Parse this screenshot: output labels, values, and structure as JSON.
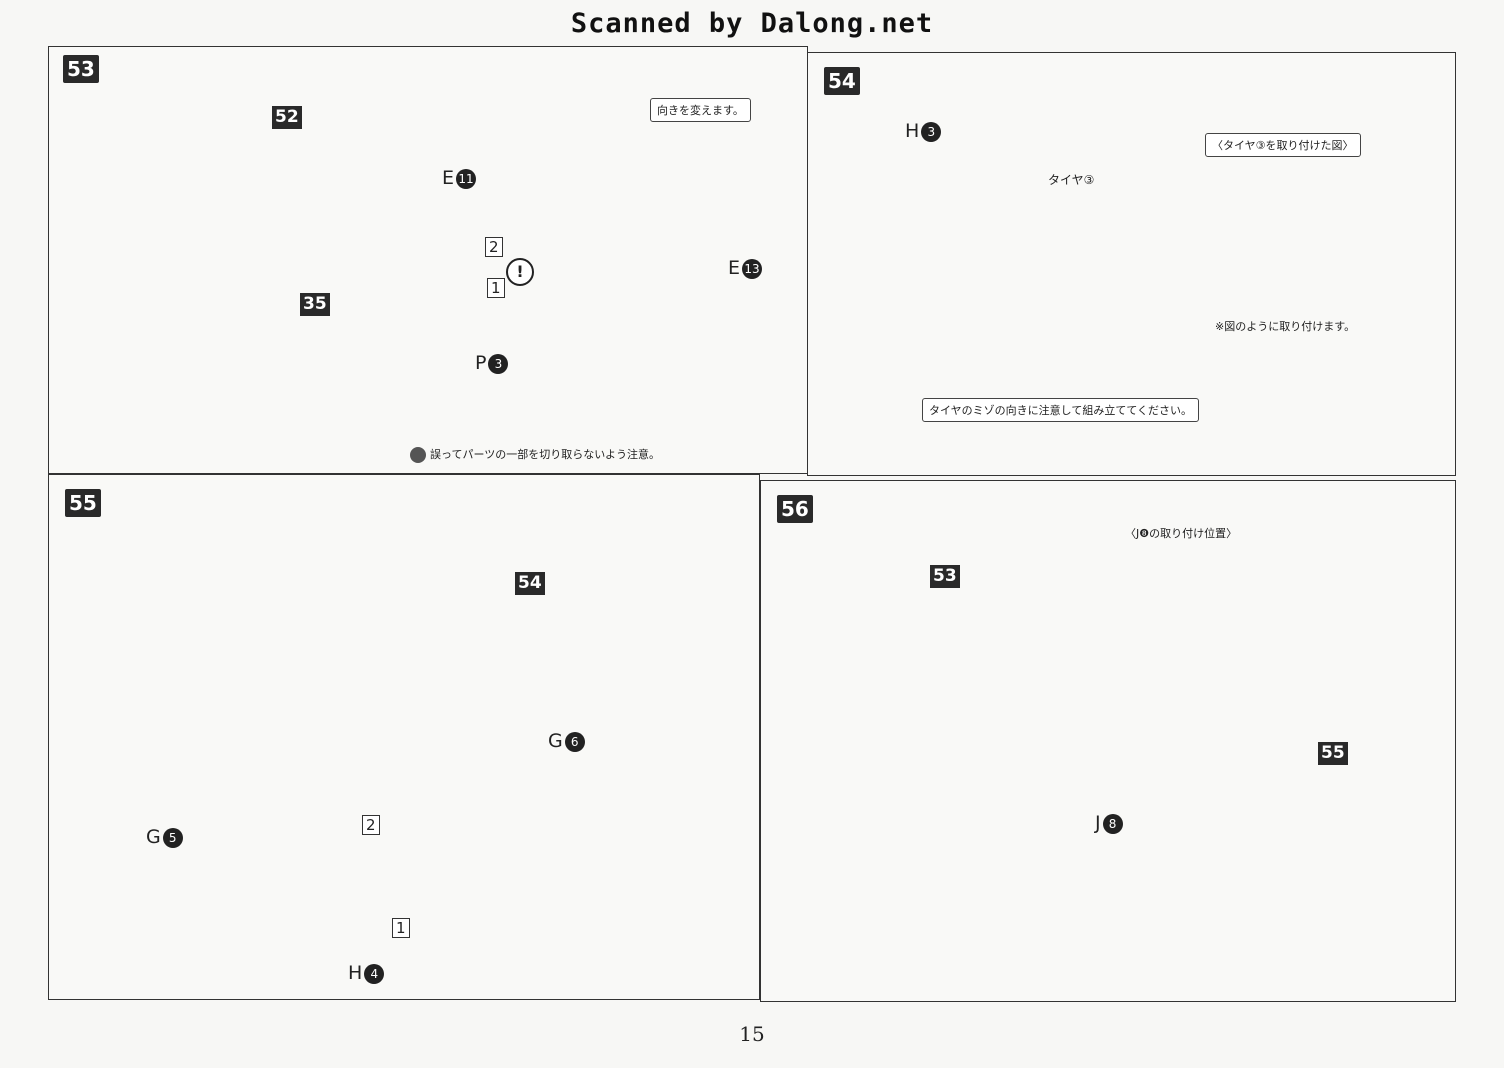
{
  "watermark": "Scanned by Dalong.net",
  "page_number": "15",
  "colors": {
    "part": "#cfdde0",
    "dark": "#5c5a57",
    "tire": "#3a3a3a",
    "accent": "#e39b4c"
  },
  "step53": {
    "number": "53",
    "labels": {
      "p52": "52",
      "p35": "35",
      "e11": "E",
      "e11n": "11",
      "e13": "E",
      "e13n": "13",
      "p3": "P",
      "p3n": "3"
    },
    "steps": [
      "2",
      "1"
    ],
    "callout": "向きを変えます。",
    "caution": "誤ってパーツの一部を切り取らないよう注意。",
    "warning": "!"
  },
  "step54": {
    "number": "54",
    "labels": {
      "h3": "H",
      "h3n": "3",
      "tire": "タイヤ③"
    },
    "inset_title": "〈タイヤ③を取り付けた図〉",
    "inset_note": "※図のように取り付けます。",
    "bottom_note": "タイヤのミゾの向きに注意して組み立ててください。"
  },
  "step55": {
    "number": "55",
    "labels": {
      "p54": "54",
      "g5": "G",
      "g5n": "5",
      "g6": "G",
      "g6n": "6",
      "h4": "H",
      "h4n": "4"
    },
    "steps": [
      "2",
      "1"
    ]
  },
  "step56": {
    "number": "56",
    "labels": {
      "p53": "53",
      "p55": "55",
      "j8": "J",
      "j8n": "8"
    },
    "inset_title": "〈J❽の取り付け位置〉"
  }
}
